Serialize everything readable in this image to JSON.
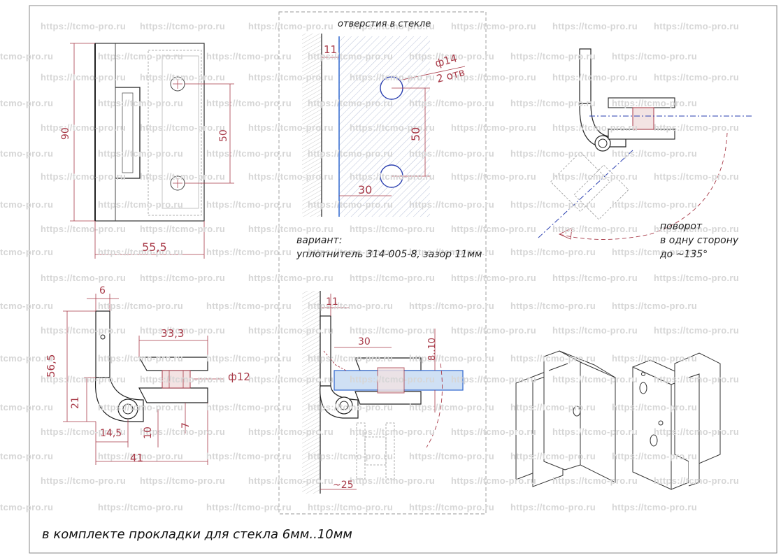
{
  "watermark": {
    "text": "https://tcmo-pro.ru",
    "text_short": "tcmo-pro.ru"
  },
  "top_left": {
    "dim_height": "90",
    "dim_holes": "50",
    "dim_width": "55,5"
  },
  "top_middle": {
    "title": "отверстия в стекле",
    "dim_11": "11",
    "dim_hole_dia": "ф14",
    "dim_hole_count": "2 отв",
    "dim_50": "50",
    "dim_30": "30"
  },
  "variant": {
    "line1": "вариант:",
    "line2": "уплотнитель 314-005-8, зазор 11мм"
  },
  "rotation_note": {
    "line1": "поворот",
    "line2": "в одну сторону",
    "line3": "до ~135°"
  },
  "side_view": {
    "dim_6": "6",
    "dim_33_3": "33,3",
    "dim_56_5": "56,5",
    "dim_12": "ф12",
    "dim_21": "21",
    "dim_14_5": "14,5",
    "dim_10": "10",
    "dim_7": "7",
    "dim_41": "41"
  },
  "bottom_middle": {
    "dim_11": "11",
    "dim_30": "30",
    "dim_8_10": "8..10",
    "dim_25": "~25"
  },
  "footer_note": "в комплекте прокладки для стекла 6мм..10мм",
  "colors": {
    "dim": "#a83a48",
    "glass": "#3b6fd1",
    "guide": "#2a3fb0",
    "line": "#1d1d1d",
    "watermark": "#d6d6d6"
  }
}
